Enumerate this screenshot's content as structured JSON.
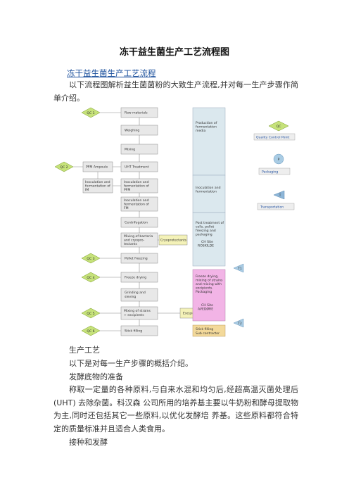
{
  "doc": {
    "title": "冻干益生菌生产工艺流程图",
    "link": "冻干益生菌生产工艺流程",
    "intro": "以下流程图解析益生菌菌粉的大致生产流程,并对每一生产步骤作简单介绍。",
    "section_title": "生产工艺",
    "section_intro": "以下是对每一生产步骤的概括介绍。",
    "sub1_title": "发酵底物的准备",
    "sub1_body": "称取一定量的各种原料,与自来水混和均匀后,经超高温灭菌处理后(UHT) 去除杂菌。科汉森 公司所用的培养基主要以牛奶粉和酵母提取物为主,同时还包括其它一些原料,以优化发酵培 养基。这些原料都符合特定的质量标准并且适合人类食用。",
    "sub2_title": "接种和发酵"
  },
  "flow": {
    "steps": {
      "raw": "Raw materials",
      "weigh": "Weighing",
      "mix": "Mixing",
      "uht": "UHT Treatment",
      "pfm": "Inoculation and fermentation of PFM",
      "fm": "Inoculation and fermentation of FM",
      "cent": "Centrifugation",
      "mixcryo1": "Mixing of bacteria",
      "mixcryo2": "and cryopro-",
      "mixcryo3": "tectants",
      "pellet": "Pellet freezing",
      "fd": "Freeze drying",
      "grind1": "Grinding and",
      "grind2": "sieving",
      "mixex1": "Mixing of strains",
      "mixex2": "+ excipients",
      "stick": "Stick filling",
      "pfma": "PFM Ampoule",
      "im1": "Inoculation and",
      "im2": "fermentation of",
      "im3": "IM",
      "cryo": "Cryoprotectants",
      "excip": "Excipients"
    },
    "qc": {
      "qc1": "QC 1",
      "qc2": "QC 2",
      "qc3": "QC 3",
      "qc4": "QC 4",
      "qc5": "QC 5",
      "qc6": "QC 6"
    },
    "sites": {
      "s1a": "Production of",
      "s1b": "fermentation",
      "s1c": "media",
      "s2a": "Inoculation and",
      "s2b": "fermentation",
      "s3a": "Post treatment of",
      "s3b": "cells, pellet",
      "s3c": "freezing and",
      "s3d": "packaging",
      "s3e": "CH Site",
      "s3f": "ROSKILDE",
      "s4a": "Freeze drying,",
      "s4b": "mixing of strains",
      "s4c": "and mixing with",
      "s4d": "excipients.",
      "s4e": "Packaging",
      "s4f": "CH Site",
      "s4g": "AVEDØRE",
      "s5a": "Stick filling",
      "s5b": "Sub contractor"
    },
    "legend": {
      "qc": "QC",
      "qc_label": "Quality Control Point",
      "p": "P",
      "p_label": "Packaging",
      "t": "T",
      "t_label": "Transportation",
      "t1": "T1",
      "t2": "T2"
    },
    "colors": {
      "step": "#e8e8e8",
      "qc": "#c6e27a",
      "yellow": "#f4f2b8",
      "blue_panel": "#dbe8ee",
      "pink": "#f2b4e6",
      "orange": "#f3d99a",
      "legend_blue": "#a9cce4",
      "legend_tri": "#8db6d8"
    }
  }
}
